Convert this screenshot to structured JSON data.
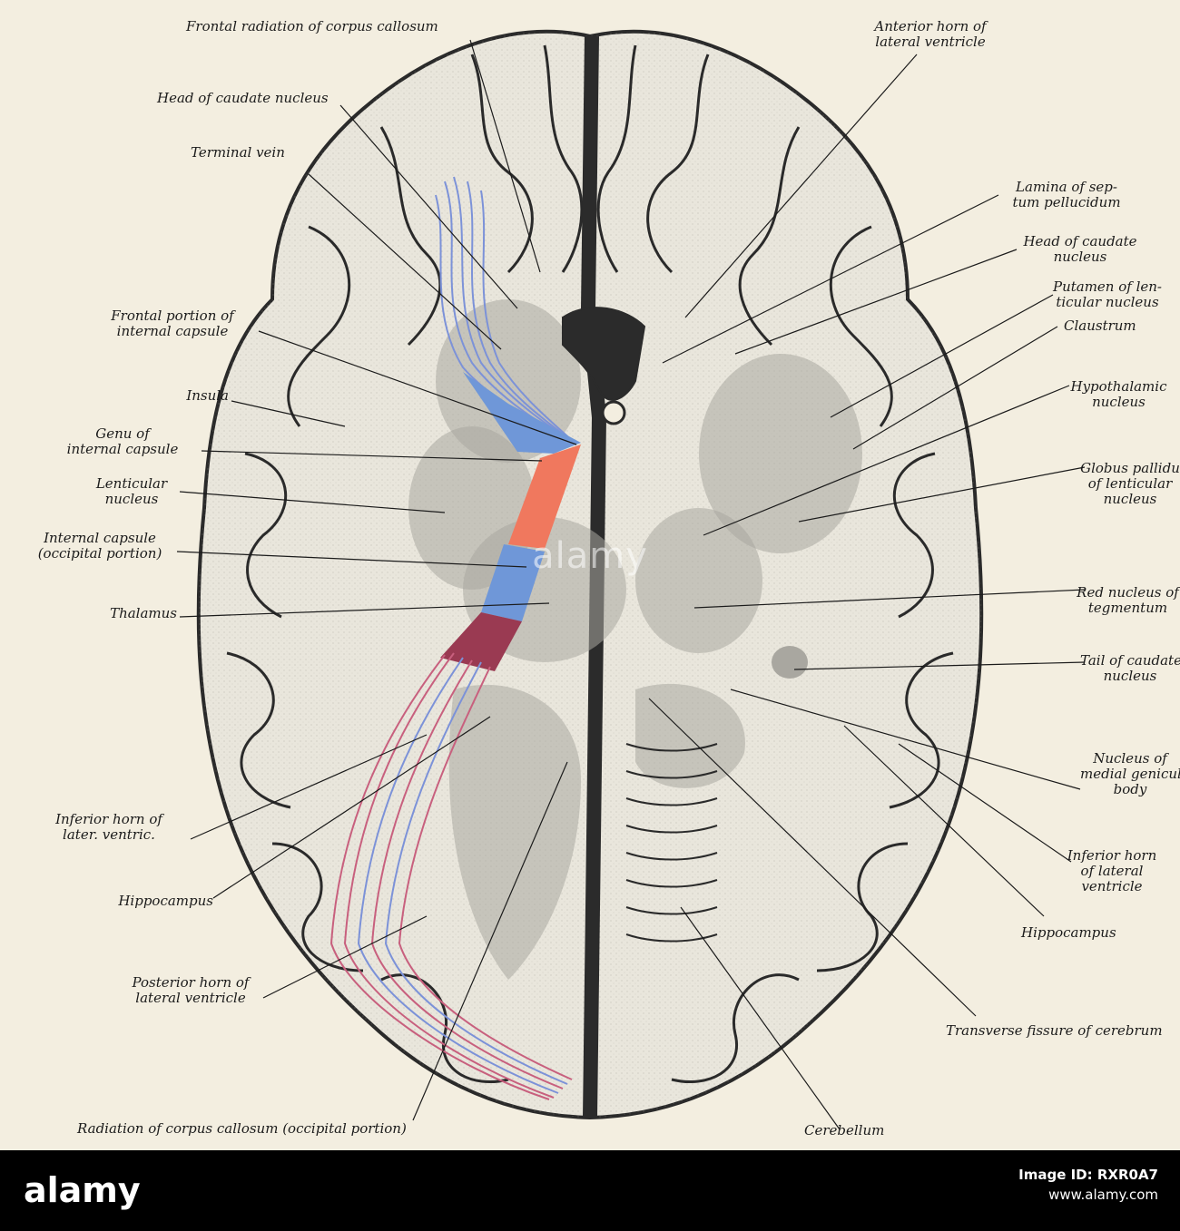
{
  "diagram": {
    "labels": {
      "frontal_radiation": "Frontal radiation of corpus callosum",
      "head_caudate_left": "Head of caudate nucleus",
      "terminal_vein": "Terminal vein",
      "frontal_portion": "Frontal portion of\ninternal capsule",
      "insula": "Insula",
      "genu": "Genu of\ninternal capsule",
      "lenticular": "Lenticular\nnucleus",
      "internal_capsule_occ": "Internal capsule\n(occipital portion)",
      "thalamus": "Thalamus",
      "inferior_horn_left": "Inferior horn of\nlater. ventric.",
      "hippocampus_left": "Hippocampus",
      "posterior_horn": "Posterior horn of\nlateral ventricle",
      "radiation_occ": "Radiation of corpus callosum (occipital portion)",
      "anterior_horn": "Anterior horn of\nlateral ventricle",
      "lamina": "Lamina of sep-\ntum pellucidum",
      "head_caudate_right": "Head of caudate\nnucleus",
      "putamen": "Putamen of len-\nticular nucleus",
      "claustrum": "Claustrum",
      "hypothalamic": "Hypothalamic\nnucleus",
      "globus": "Globus pallidu\nof lenticular\nnucleus",
      "red_nucleus": "Red nucleus of\ntegmentum",
      "tail_caudate": "Tail of caudate\nnucleus",
      "medial_geniculate": "Nucleus of\nmedial genicula\nbody",
      "inferior_horn_right": "Inferior horn\nof lateral\nventricle",
      "hippocampus_right": "Hippocampus",
      "transverse": "Transverse fissure of cerebrum",
      "cerebellum": "Cerebellum"
    },
    "colors": {
      "paper": "#f3eee0",
      "tissue": "#e9e6dc",
      "gray_matter": "#a9a7a0",
      "outline": "#2a2a2a",
      "capsule_blue": "#6f97d8",
      "capsule_red": "#f0785e",
      "capsule_dark": "#9a3a52",
      "fibers_pink": "#c8607e",
      "fibers_blue": "#7c92d8",
      "midline": "#2b2b2b"
    }
  },
  "watermark": "alamy",
  "footer": {
    "logo": "alamy",
    "image_id_label": "Image ID: RXR0A7",
    "site": "www.alamy.com"
  }
}
